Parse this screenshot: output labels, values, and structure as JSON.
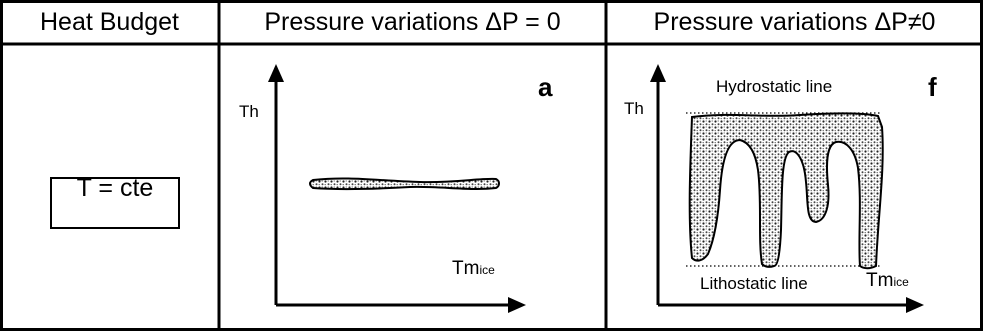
{
  "headers": {
    "col1": "Heat Budget",
    "col2": "Pressure variations ΔP = 0",
    "col3": "Pressure variations ΔP≠0"
  },
  "left_panel": {
    "box_text": "T = cte"
  },
  "panel_a": {
    "letter": "a",
    "y_axis_label": "Th",
    "x_axis_label_main": "Tm",
    "x_axis_label_sub": "ice"
  },
  "panel_f": {
    "letter": "f",
    "y_axis_label": "Th",
    "x_axis_label_main": "Tm",
    "x_axis_label_sub": "ice",
    "top_line_label": "Hydrostatic line",
    "bottom_line_label": "Lithostatic line"
  },
  "colors": {
    "line": "#000000",
    "fill_texture": "#9a9a9a",
    "background": "#ffffff"
  }
}
